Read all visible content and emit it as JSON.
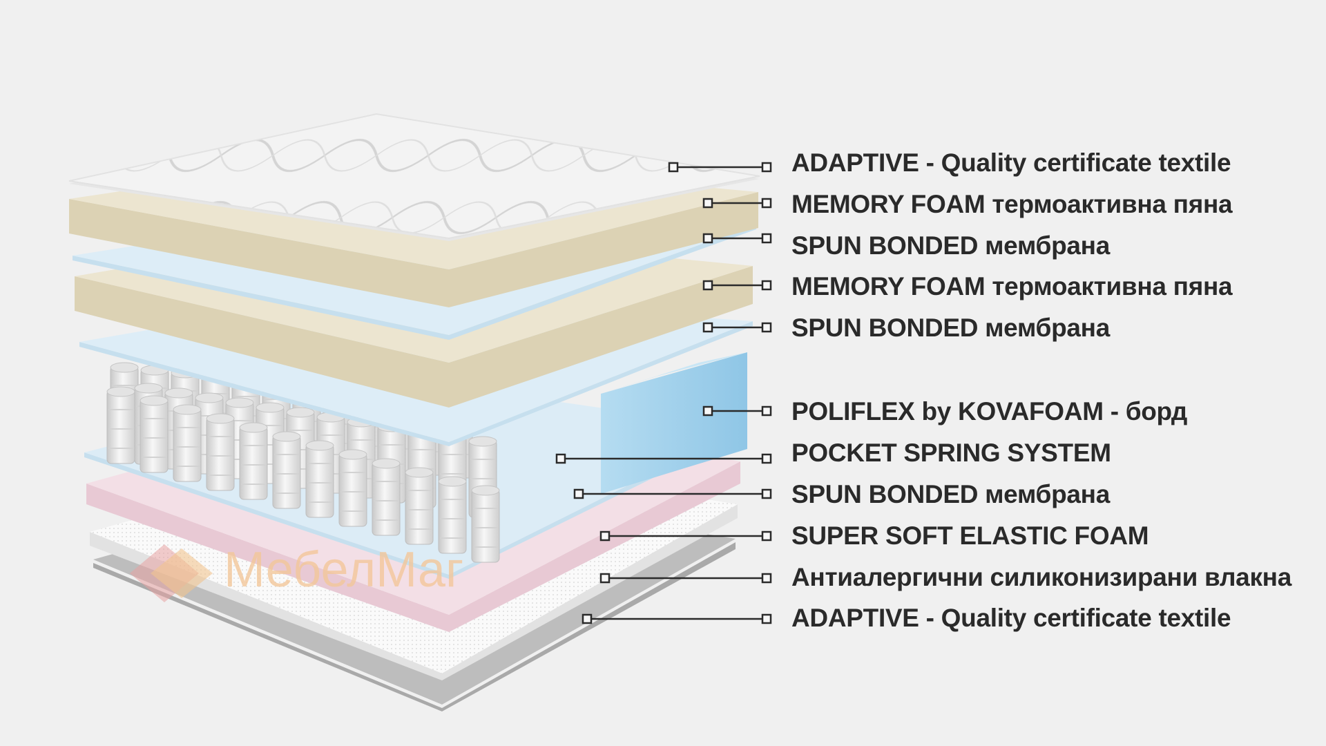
{
  "labels": [
    "ADAPTIVE - Quality certificate textile",
    "MEMORY FOAM термоактивна пяна",
    "SPUN BONDED мембрана",
    "MEMORY FOAM термоактивна пяна",
    "SPUN BONDED мембрана",
    "POLIFLEX by KOVAFOAM - борд",
    "POCKET SPRING SYSTEM",
    "SPUN BONDED мембрана",
    "SUPER SOFT ELASTIC FOAM",
    "Антиалергични силиконизирани влакна",
    "ADAPTIVE - Quality certificate textile"
  ],
  "watermark": "МебелМаг",
  "colors": {
    "background": "#f0f0f0",
    "quilted_textile": "#f2f2f2",
    "memory_foam": "#ece4cf",
    "spun_bonded": "#dcecf6",
    "poliflex_border": "#9dcde9",
    "springs": "#e8e8e8",
    "super_soft_foam": "#f3dfe6",
    "fibers": "#fafafa",
    "bottom_textile": "#bdbdbd",
    "leader_line": "#2a2a2a"
  }
}
